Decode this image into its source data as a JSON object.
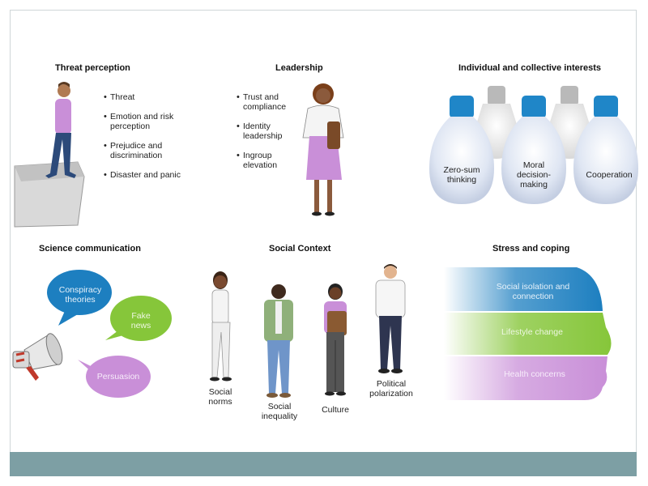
{
  "panels": {
    "threat_perception": {
      "title": "Threat perception",
      "bullets": [
        "Threat",
        "Emotion and risk perception",
        "Prejudice and discrimination",
        "Disaster and panic"
      ]
    },
    "leadership": {
      "title": "Leadership",
      "bullets": [
        "Trust and compliance",
        "Identity leadership",
        "Ingroup elevation"
      ]
    },
    "interests": {
      "title": "Individual and collective interests",
      "bulbs": [
        "Zero-sum thinking",
        "Moral decision-making",
        "Cooperation"
      ]
    },
    "science_communication": {
      "title": "Science communication",
      "bubbles": [
        "Conspiracy theories",
        "Fake news",
        "Persuasion"
      ]
    },
    "social_context": {
      "title": "Social Context",
      "figures": [
        "Social norms",
        "Social inequality",
        "Culture",
        "Political polarization"
      ]
    },
    "stress_coping": {
      "title": "Stress and coping",
      "bands": [
        "Social isolation and connection",
        "Lifestyle change",
        "Health concerns"
      ]
    }
  },
  "colors": {
    "footer": "#7d9fa4",
    "purple": "#c98fd8",
    "green": "#86c63a",
    "blue": "#1d7fc0",
    "bulb_blue": "#1f86c8",
    "bulb_gray": "#b9b9b9"
  }
}
